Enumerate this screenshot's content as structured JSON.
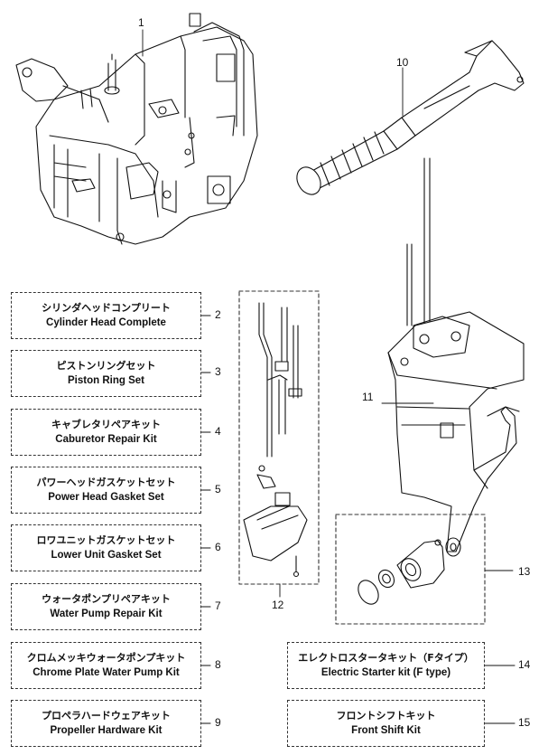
{
  "callouts": {
    "n1": "1",
    "n10": "10",
    "n11": "11",
    "n12": "12",
    "n13": "13"
  },
  "kits": [
    {
      "no": "2",
      "jp": "シリンダヘッドコンプリート",
      "en": "Cylinder Head Complete"
    },
    {
      "no": "3",
      "jp": "ピストンリングセット",
      "en": "Piston Ring Set"
    },
    {
      "no": "4",
      "jp": "キャブレタリペアキット",
      "en": "Caburetor Repair Kit"
    },
    {
      "no": "5",
      "jp": "パワーヘッドガスケットセット",
      "en": "Power Head Gasket Set"
    },
    {
      "no": "6",
      "jp": "ロワユニットガスケットセット",
      "en": "Lower Unit Gasket Set"
    },
    {
      "no": "7",
      "jp": "ウォータポンプリペアキット",
      "en": "Water Pump Repair Kit"
    },
    {
      "no": "8",
      "jp": "クロムメッキウォータポンプキット",
      "en": "Chrome Plate Water Pump Kit"
    },
    {
      "no": "9",
      "jp": "プロペラハードウェアキット",
      "en": "Propeller Hardware Kit"
    },
    {
      "no": "14",
      "jp": "エレクトロスタータキット（Fタイプ）",
      "en": "Electric Starter kit (F type)"
    },
    {
      "no": "15",
      "jp": "フロントシフトキット",
      "en": "Front Shift Kit"
    }
  ]
}
